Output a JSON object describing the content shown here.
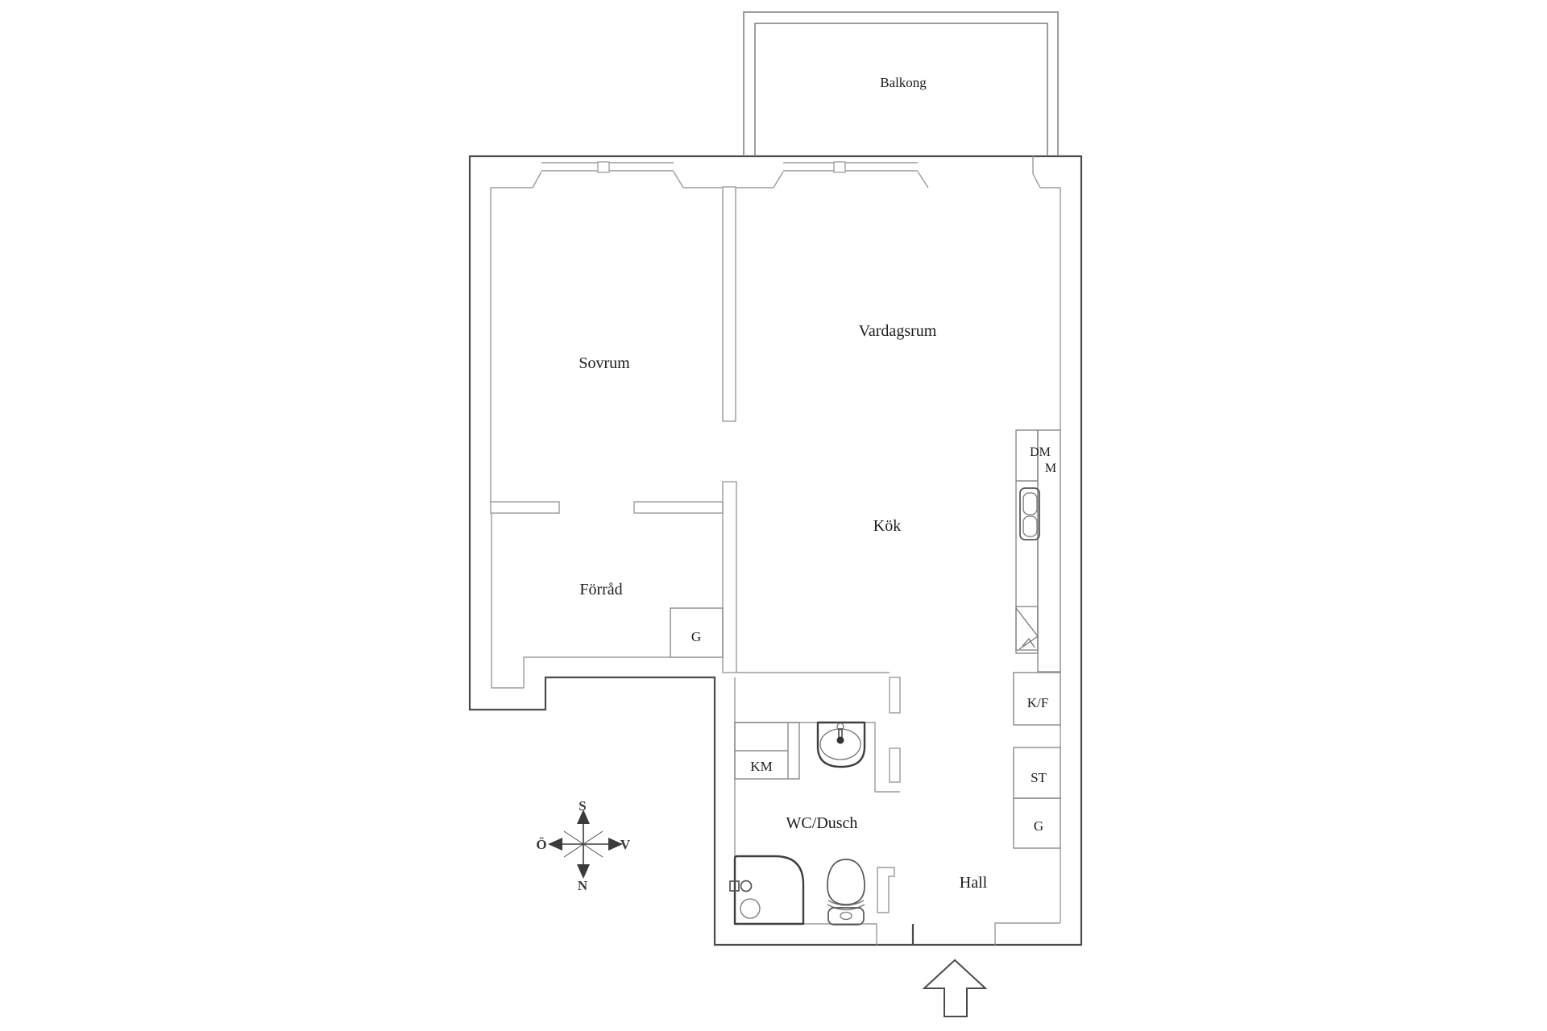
{
  "title": "Apartment floor plan",
  "colors": {
    "wall_dark": "#4b4b4b",
    "wall_med": "#7d7d7d",
    "wall_light": "#9b9b9b",
    "fixture": "#3f3f3f",
    "fixture_light": "#777777",
    "text": "#1c1c1c",
    "bg": "#ffffff"
  },
  "rooms": {
    "balcony": "Balkong",
    "bedroom": "Sovrum",
    "living_room": "Vardagsrum",
    "kitchen": "Kök",
    "storage": "Förråd",
    "bathroom": "WC/Dusch",
    "hall": "Hall"
  },
  "fixtures": {
    "storage_wardrobe": "G",
    "washing_machine": "KM",
    "dishwasher": "DM",
    "microwave": "M",
    "fridge_freezer": "K/F",
    "cleaning_closet": "ST",
    "hall_wardrobe": "G"
  },
  "compass": {
    "south": "S",
    "north": "N",
    "east": "Ö",
    "west": "V"
  }
}
